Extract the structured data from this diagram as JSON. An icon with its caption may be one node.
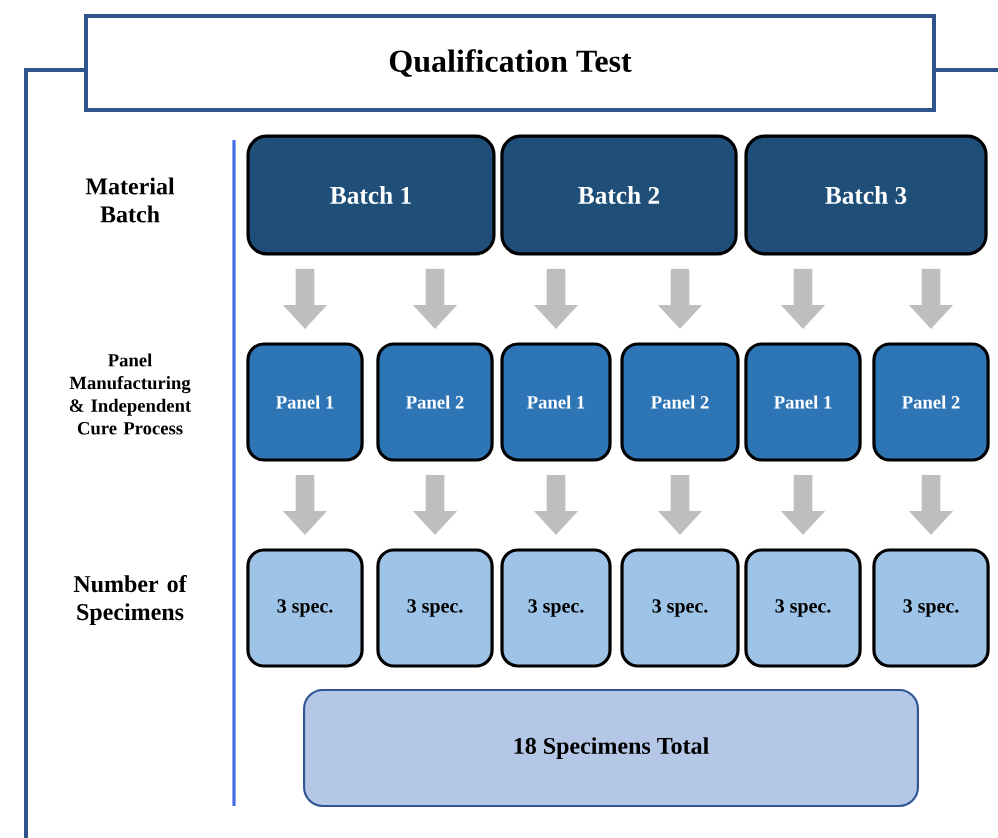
{
  "diagram": {
    "nodes": [
      {
        "text": [
          "Qualification Test"
        ]
      },
      {
        "text": [
          "Batch 1"
        ]
      },
      {
        "text": [
          "Batch 2"
        ]
      },
      {
        "text": [
          "Batch 3"
        ]
      },
      {
        "text": [
          "Panel 1"
        ]
      },
      {
        "text": [
          "Panel 2"
        ]
      },
      {
        "text": [
          "Panel 1"
        ]
      },
      {
        "text": [
          "Panel 2"
        ]
      },
      {
        "text": [
          "Panel 1"
        ]
      },
      {
        "text": [
          "Panel 2"
        ]
      },
      {
        "text": [
          "3 spec."
        ]
      },
      {
        "text": [
          "3 spec."
        ]
      },
      {
        "text": [
          "3 spec."
        ]
      },
      {
        "text": [
          "3 spec."
        ]
      },
      {
        "text": [
          "3 spec."
        ]
      },
      {
        "text": [
          "3 spec."
        ]
      },
      {
        "text": [
          "18 Specimens Total"
        ]
      }
    ],
    "edges": [
      {
        "from": 1,
        "to": 4,
        "arrow": "to"
      },
      {
        "from": 1,
        "to": 5,
        "arrow": "to"
      },
      {
        "from": 2,
        "to": 6,
        "arrow": "to"
      },
      {
        "from": 2,
        "to": 7,
        "arrow": "to"
      },
      {
        "from": 3,
        "to": 8,
        "arrow": "to"
      },
      {
        "from": 3,
        "to": 9,
        "arrow": "to"
      },
      {
        "from": 4,
        "to": 10,
        "arrow": "to"
      },
      {
        "from": 5,
        "to": 11,
        "arrow": "to"
      },
      {
        "from": 6,
        "to": 12,
        "arrow": "to"
      },
      {
        "from": 7,
        "to": 13,
        "arrow": "to"
      },
      {
        "from": 8,
        "to": 14,
        "arrow": "to"
      },
      {
        "from": 9,
        "to": 15,
        "arrow": "to"
      }
    ],
    "labels": [
      "Material Batch",
      "Panel Manufacturing & Independent Cure Process",
      "Number of Specimens"
    ]
  }
}
